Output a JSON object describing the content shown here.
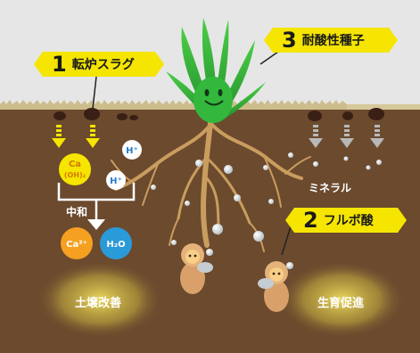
{
  "labels": {
    "slag": {
      "number": "1",
      "text": "転炉スラグ"
    },
    "seeds": {
      "number": "3",
      "text": "耐酸性種子"
    },
    "fulvic": {
      "number": "2",
      "text": "フルボ酸"
    }
  },
  "chemistry": {
    "calcium_hydroxide": {
      "line1": "Ca",
      "line2": "(OH)₂"
    },
    "hydrogen_ion": "H⁺",
    "neutralization": "中和",
    "calcium_ion": "Ca²⁺",
    "water": "H₂O"
  },
  "soil": {
    "minerals": "ミネラル",
    "soil_improvement": "土壌改善",
    "growth_promotion": "生育促進"
  },
  "colors": {
    "soil": "#6b4a2e",
    "sky": "#e6e6e6",
    "tag_yellow": "#f5e500",
    "ca_orange": "#f5a020",
    "water_blue": "#2a9ad8",
    "plant_green": "#2fa83a"
  }
}
